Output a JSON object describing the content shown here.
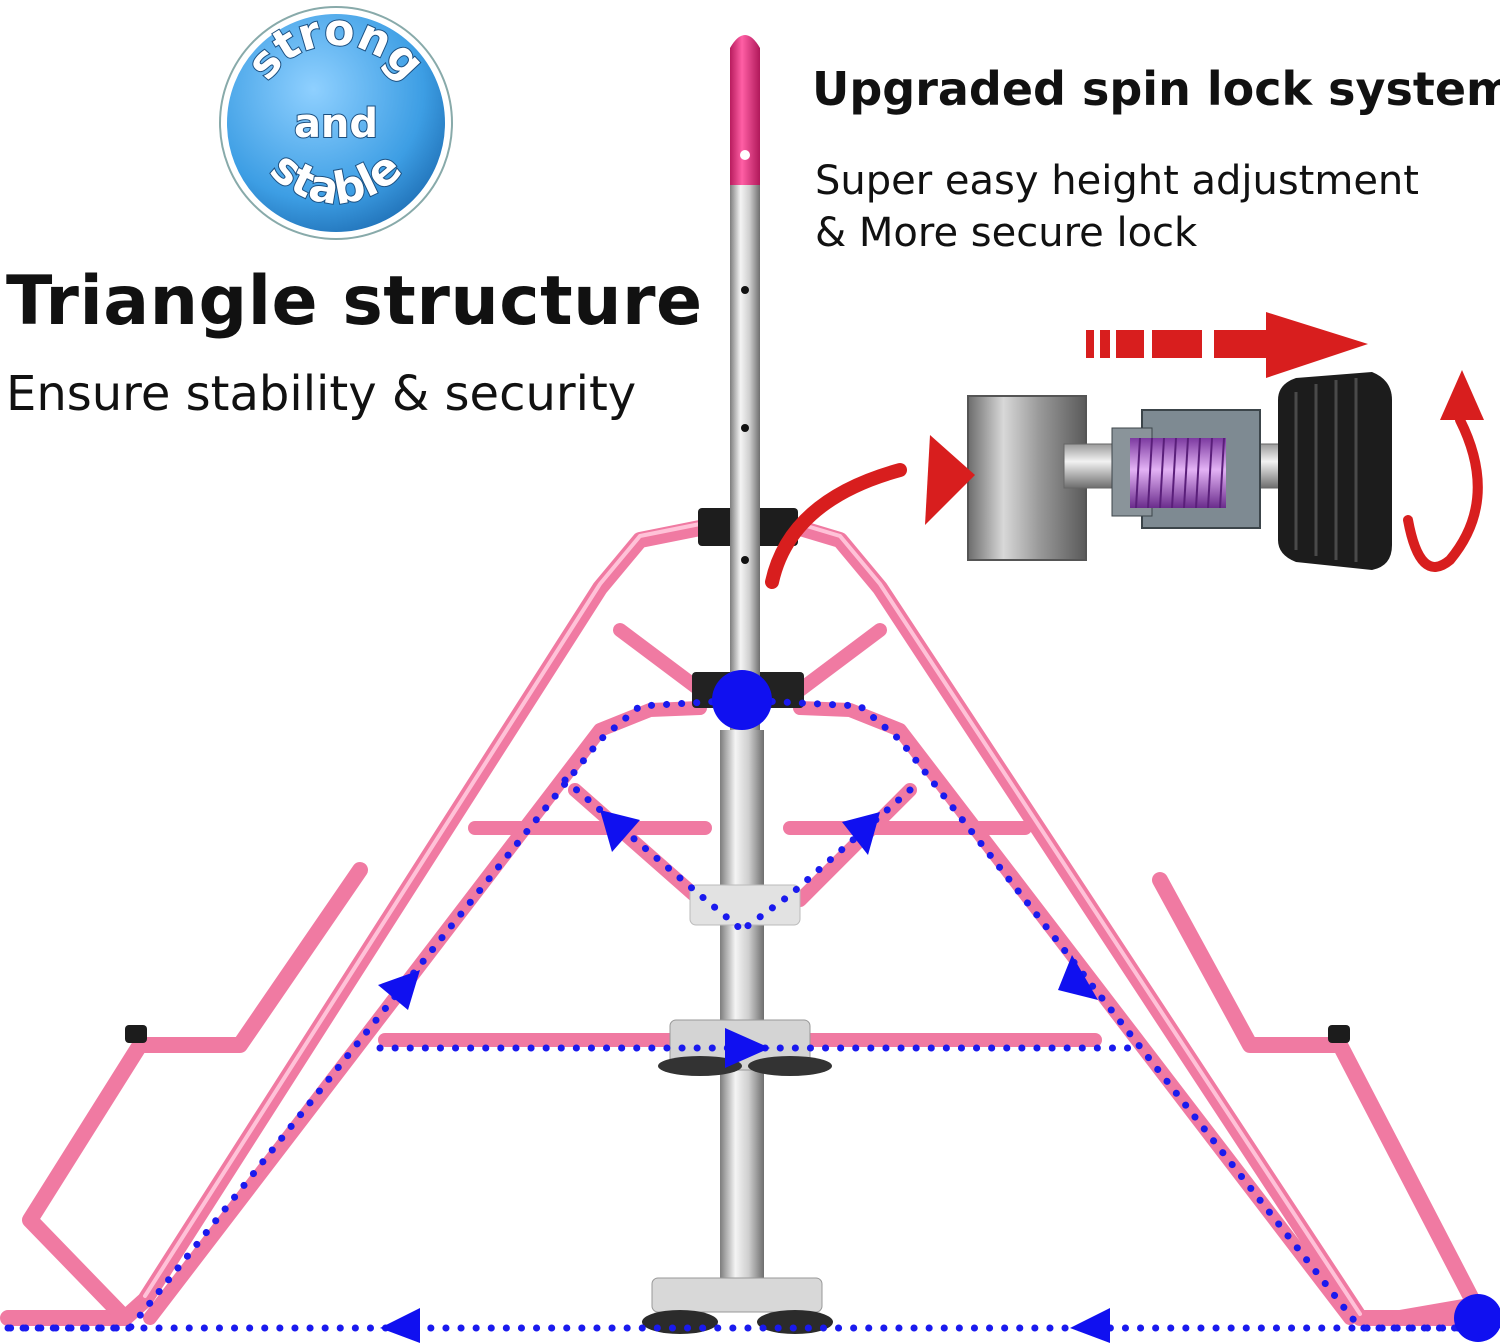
{
  "badge": {
    "top_text": "strong",
    "middle_text": "and",
    "bottom_text": "stable",
    "color": "#4aa8e8"
  },
  "left_heading": {
    "title": "Triangle structure",
    "subtitle": "Ensure stability & security"
  },
  "right_heading": {
    "title": "Upgraded spin lock system",
    "line1": "Super easy height adjustment",
    "line2": "& More secure lock"
  },
  "colors": {
    "frame_pink": "#f07aa2",
    "frame_pink_dark": "#e05585",
    "accent_blue": "#1a1aee",
    "arrow_red": "#d81e1e",
    "knob_black": "#1c1c1c",
    "spring_purple": "#a25fc6"
  },
  "icons": {
    "badge": "circle-badge",
    "direction_arrows": "triangle-arrow",
    "lock_arrow": "curved-red-arrow",
    "rotate_arrow": "rotate-arrow"
  }
}
